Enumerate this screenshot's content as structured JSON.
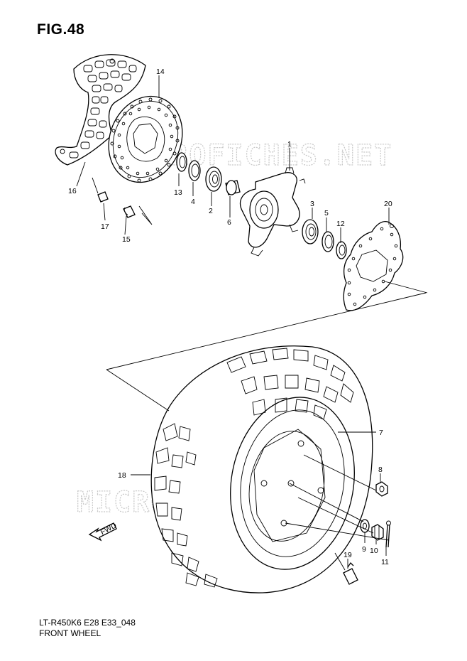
{
  "figure": {
    "title": "FIG.48",
    "code": "LT-R450K6 E28 E33_048",
    "caption": "FRONT WHEEL"
  },
  "watermark": {
    "text": "MICROFICHES.NET"
  },
  "arrow": {
    "label": "FWD"
  },
  "callouts": [
    "1",
    "2",
    "3",
    "4",
    "5",
    "6",
    "7",
    "8",
    "9",
    "10",
    "11",
    "12",
    "13",
    "14",
    "15",
    "16",
    "17",
    "18",
    "19",
    "20"
  ]
}
